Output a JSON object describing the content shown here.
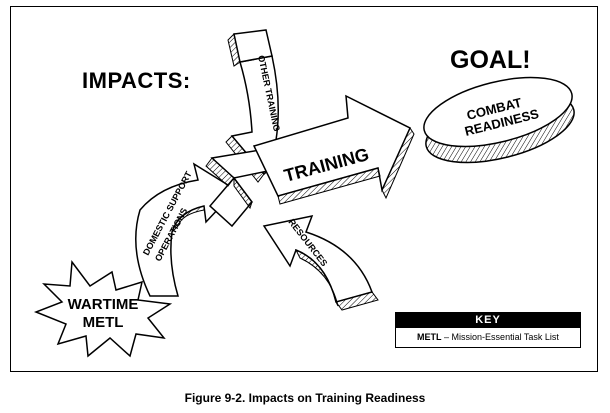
{
  "heading_impacts": "IMPACTS:",
  "heading_goal": "GOAL!",
  "nodes": {
    "other_training": "OTHER TRAINING",
    "training": "TRAINING",
    "domestic_support_line1": "DOMESTIC SUPPORT",
    "domestic_support_line2": "OPERATIONS",
    "resources": "RESOURCES",
    "wartime_metl_line1": "WARTIME",
    "wartime_metl_line2": "METL",
    "combat_readiness_line1": "COMBAT",
    "combat_readiness_line2": "READINESS"
  },
  "key": {
    "title": "KEY",
    "abbreviation": "METL",
    "definition": " – Mission-Essential Task List"
  },
  "caption": "Figure 9-2.  Impacts on Training Readiness"
}
